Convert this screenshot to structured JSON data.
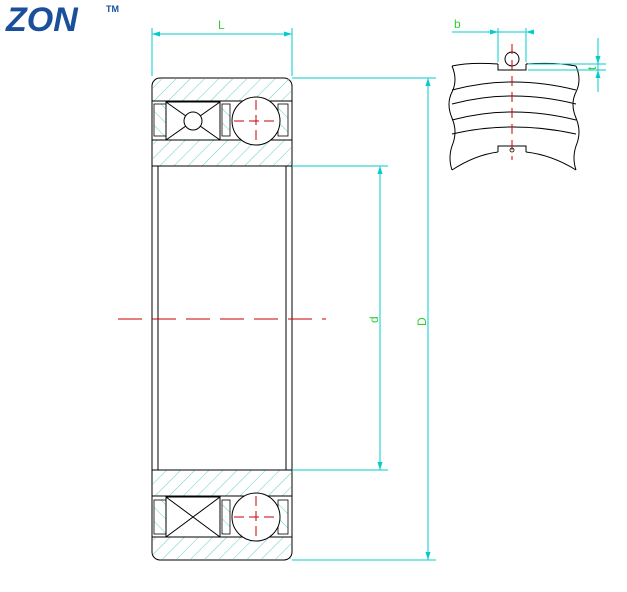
{
  "logo": {
    "text": "ZON",
    "tm": "TM"
  },
  "dimensions": {
    "L": "L",
    "D": "D",
    "d": "d",
    "b": "b",
    "t": "t"
  },
  "colors": {
    "outline": "#000000",
    "dimension": "#00cccc",
    "hatch": "#66cccc",
    "label": "#33cc33",
    "centerline": "#cc0000",
    "logo": "#1a4f9c"
  }
}
